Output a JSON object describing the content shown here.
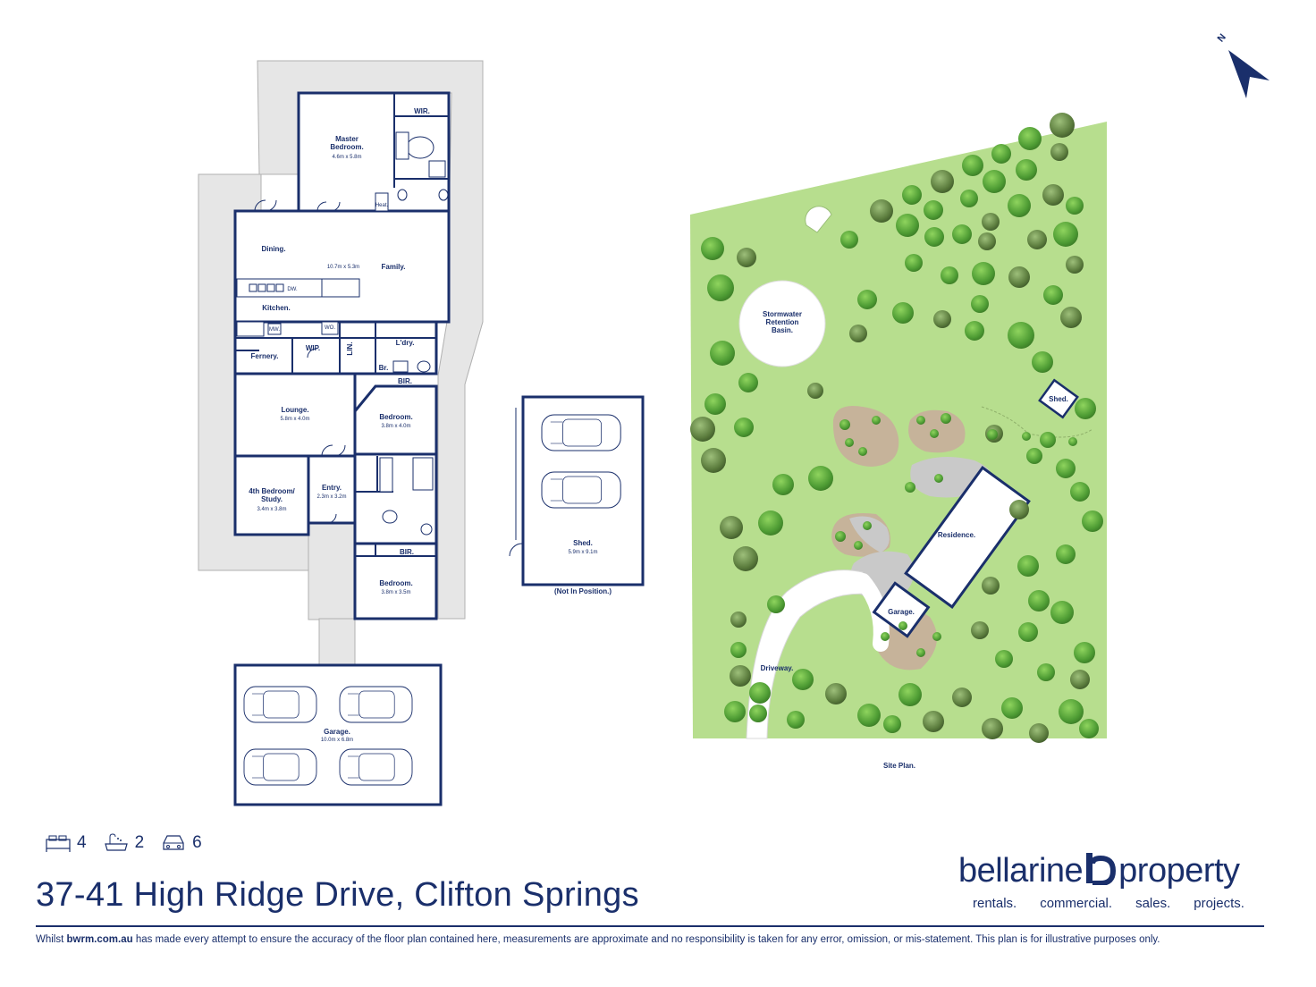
{
  "floor_plan": {
    "rooms": {
      "master_bedroom": {
        "label": "Master\nBedroom.",
        "dims": "4.6m x 5.8m"
      },
      "wir": {
        "label": "WIR."
      },
      "heat": {
        "label": "Heat."
      },
      "dining": {
        "label": "Dining."
      },
      "family": {
        "label": "Family.",
        "dims": "10.7m x 5.3m"
      },
      "dw": {
        "label": "DW."
      },
      "kitchen": {
        "label": "Kitchen."
      },
      "mw": {
        "label": "MW."
      },
      "wo": {
        "label": "WO."
      },
      "wip": {
        "label": "WIP."
      },
      "lin": {
        "label": "LIN."
      },
      "ldry": {
        "label": "L'dry."
      },
      "fernery": {
        "label": "Fernery."
      },
      "br": {
        "label": "Br."
      },
      "bir1": {
        "label": "BIR."
      },
      "lounge": {
        "label": "Lounge.",
        "dims": "5.8m x 4.0m"
      },
      "bedroom2": {
        "label": "Bedroom.",
        "dims": "3.8m x 4.0m"
      },
      "study": {
        "label": "4th Bedroom/\nStudy.",
        "dims": "3.4m x 3.8m"
      },
      "entry": {
        "label": "Entry.",
        "dims": "2.3m x 3.2m"
      },
      "bir2": {
        "label": "BIR."
      },
      "bedroom3": {
        "label": "Bedroom.",
        "dims": "3.8m x 3.5m"
      },
      "garage": {
        "label": "Garage.",
        "dims": "10.0m x 6.8m"
      }
    },
    "shed": {
      "label": "Shed.",
      "dims": "5.9m x 9.1m",
      "note": "(Not In Position.)"
    }
  },
  "site_plan": {
    "title": "Site Plan.",
    "basin": "Stormwater\nRetention\nBasin.",
    "shed": "Shed.",
    "residence": "Residence.",
    "garage": "Garage.",
    "driveway": "Driveway.",
    "north": "N"
  },
  "stats": {
    "bedrooms": "4",
    "bathrooms": "2",
    "cars": "6"
  },
  "address": "37-41 High Ridge Drive, Clifton Springs",
  "brand": {
    "name_a": "bellarine",
    "name_b": "property",
    "tags": [
      "rentals.",
      "commercial.",
      "sales.",
      "projects."
    ]
  },
  "disclaimer": {
    "pre": "Whilst ",
    "site": "bwrm.com.au",
    "post": " has made every attempt to ensure the accuracy of the floor plan contained here, measurements are approximate and no responsibility is taken for any error, omission, or mis-statement. This plan is for illustrative purposes only."
  },
  "colors": {
    "navy": "#1a2f6b",
    "grass": "#b7de8e",
    "tree": "#5aa83a",
    "path": "#c9c9c9",
    "sand": "#c6b39a",
    "verandah": "#e6e6e6"
  }
}
